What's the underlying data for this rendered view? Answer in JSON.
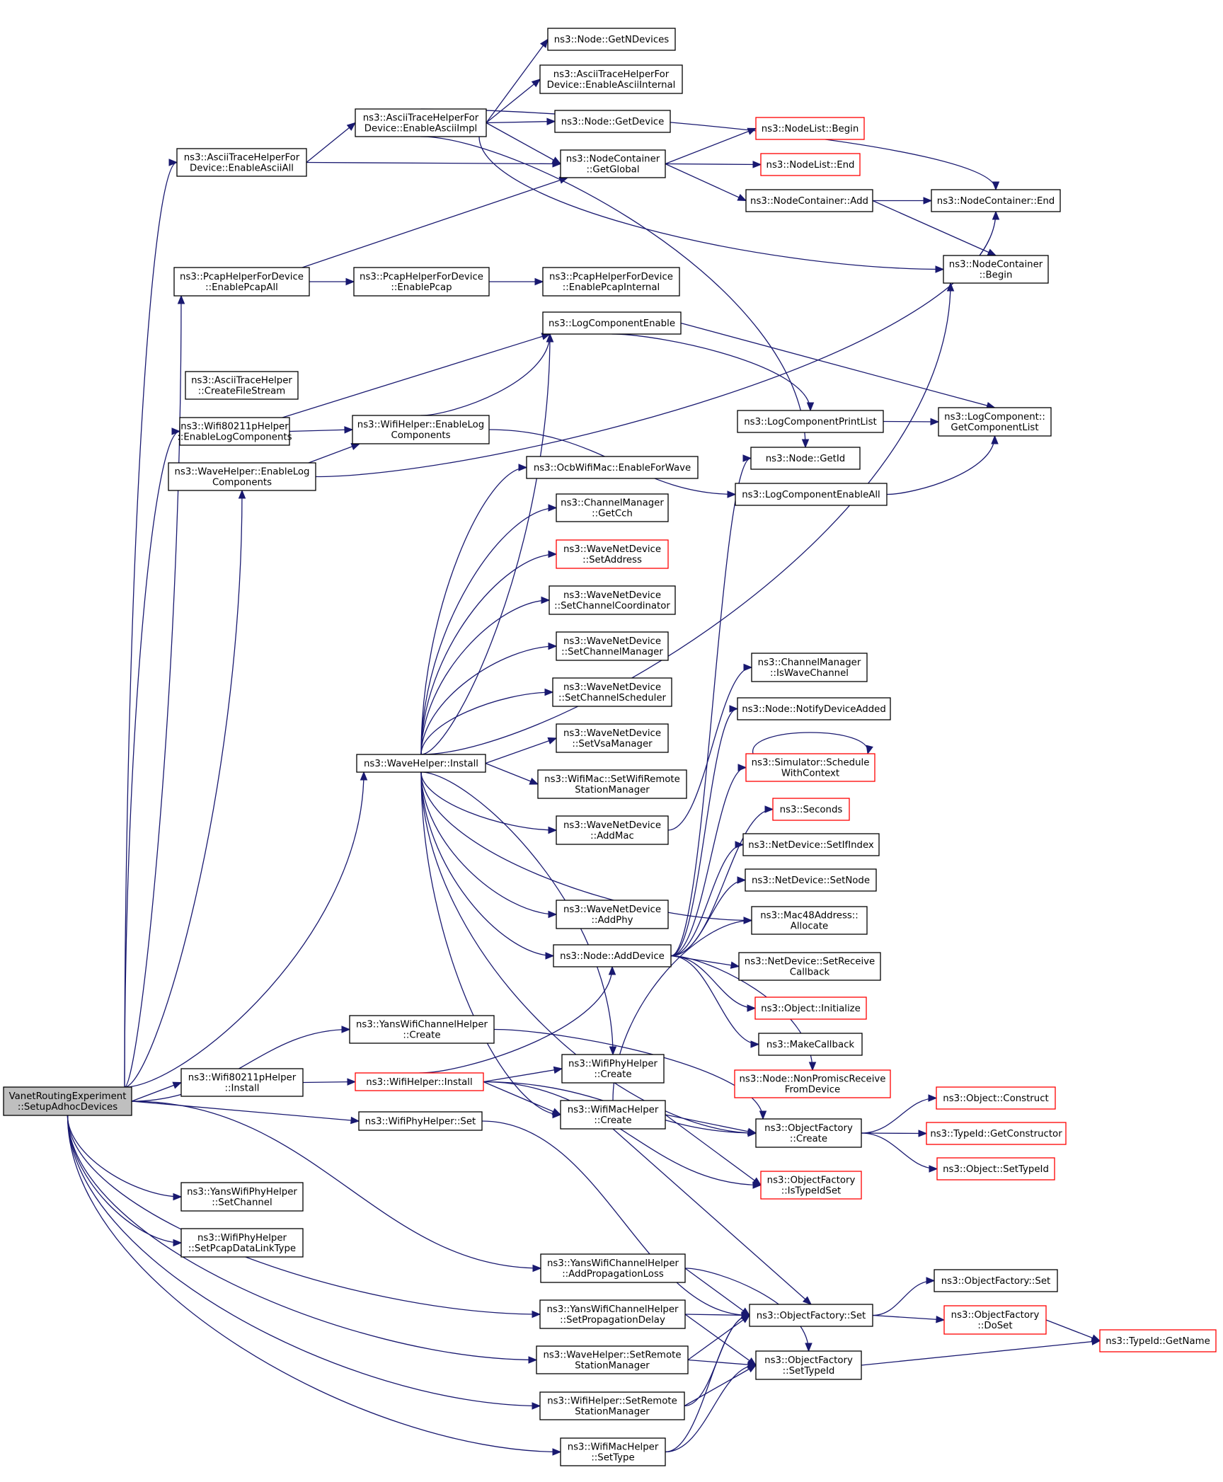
{
  "diagram": {
    "root": [
      "VanetRoutingExperiment",
      "::SetupAdhocDevices"
    ],
    "nodes": {
      "asciiAll": [
        "ns3::AsciiTraceHelperFor",
        "Device::EnableAsciiAll"
      ],
      "asciiImpl": [
        "ns3::AsciiTraceHelperFor",
        "Device::EnableAsciiImpl"
      ],
      "nodeGetNDevices": [
        "ns3::Node::GetNDevices"
      ],
      "asciiInternal": [
        "ns3::AsciiTraceHelperFor",
        "Device::EnableAsciiInternal"
      ],
      "nodeGetDevice": [
        "ns3::Node::GetDevice"
      ],
      "nodeListBegin": [
        "ns3::NodeList::Begin"
      ],
      "nodeContainerGetGlobal": [
        "ns3::NodeContainer",
        "::GetGlobal"
      ],
      "nodeListEnd": [
        "ns3::NodeList::End"
      ],
      "nodeContainerAdd": [
        "ns3::NodeContainer::Add"
      ],
      "nodeContainerEnd": [
        "ns3::NodeContainer::End"
      ],
      "nodeContainerBegin": [
        "ns3::NodeContainer",
        "::Begin"
      ],
      "pcapAll": [
        "ns3::PcapHelperForDevice",
        "::EnablePcapAll"
      ],
      "pcap": [
        "ns3::PcapHelperForDevice",
        "::EnablePcap"
      ],
      "pcapInternal": [
        "ns3::PcapHelperForDevice",
        "::EnablePcapInternal"
      ],
      "logComponentEnable": [
        "ns3::LogComponentEnable"
      ],
      "createFileStream": [
        "ns3::AsciiTraceHelper",
        "::CreateFileStream"
      ],
      "wifi80211pLog": [
        "ns3::Wifi80211pHelper",
        "::EnableLogComponents"
      ],
      "wifiHelperLog": [
        "ns3::WifiHelper::EnableLog",
        "Components"
      ],
      "logComponentPrintList": [
        "ns3::LogComponentPrintList"
      ],
      "getComponentList": [
        "ns3::LogComponent::",
        "GetComponentList"
      ],
      "waveHelperLog": [
        "ns3::WaveHelper::EnableLog",
        "Components"
      ],
      "nodeGetId": [
        "ns3::Node::GetId"
      ],
      "logComponentEnableAll": [
        "ns3::LogComponentEnableAll"
      ],
      "ocbEnableForWave": [
        "ns3::OcbWifiMac::EnableForWave"
      ],
      "channelManagerGetCch": [
        "ns3::ChannelManager",
        "::GetCch"
      ],
      "waveSetAddress": [
        "ns3::WaveNetDevice",
        "::SetAddress"
      ],
      "waveSetChannelCoordinator": [
        "ns3::WaveNetDevice",
        "::SetChannelCoordinator"
      ],
      "waveSetChannelManager": [
        "ns3::WaveNetDevice",
        "::SetChannelManager"
      ],
      "waveSetChannelScheduler": [
        "ns3::WaveNetDevice",
        "::SetChannelScheduler"
      ],
      "waveSetVsaManager": [
        "ns3::WaveNetDevice",
        "::SetVsaManager"
      ],
      "waveHelperInstall": [
        "ns3::WaveHelper::Install"
      ],
      "wifiMacSetRemote": [
        "ns3::WifiMac::SetWifiRemote",
        "StationManager"
      ],
      "waveAddMac": [
        "ns3::WaveNetDevice",
        "::AddMac"
      ],
      "waveAddPhy": [
        "ns3::WaveNetDevice",
        "::AddPhy"
      ],
      "nodeAddDevice": [
        "ns3::Node::AddDevice"
      ],
      "isWaveChannel": [
        "ns3::ChannelManager",
        "::IsWaveChannel"
      ],
      "notifyDeviceAdded": [
        "ns3::Node::NotifyDeviceAdded"
      ],
      "scheduleWithContext": [
        "ns3::Simulator::Schedule",
        "WithContext"
      ],
      "seconds": [
        "ns3::Seconds"
      ],
      "setIfIndex": [
        "ns3::NetDevice::SetIfIndex"
      ],
      "setNode": [
        "ns3::NetDevice::SetNode"
      ],
      "mac48Allocate": [
        "ns3::Mac48Address::",
        "Allocate"
      ],
      "setReceiveCallback": [
        "ns3::NetDevice::SetReceive",
        "Callback"
      ],
      "objectInitialize": [
        "ns3::Object::Initialize"
      ],
      "makeCallback": [
        "ns3::MakeCallback"
      ],
      "nonPromiscReceive": [
        "ns3::Node::NonPromiscReceive",
        "FromDevice"
      ],
      "yansChannelCreate": [
        "ns3::YansWifiChannelHelper",
        "::Create"
      ],
      "wifiPhyHelperCreate": [
        "ns3::WifiPhyHelper",
        "::Create"
      ],
      "wifi80211pInstall": [
        "ns3::Wifi80211pHelper",
        "::Install"
      ],
      "wifiHelperInstall": [
        "ns3::WifiHelper::Install"
      ],
      "wifiMacHelperCreate": [
        "ns3::WifiMacHelper",
        "::Create"
      ],
      "objectFactoryCreate": [
        "ns3::ObjectFactory",
        "::Create"
      ],
      "objectConstruct": [
        "ns3::Object::Construct"
      ],
      "getConstructor": [
        "ns3::TypeId::GetConstructor"
      ],
      "wifiPhyHelperSet": [
        "ns3::WifiPhyHelper::Set"
      ],
      "objectSetTypeId": [
        "ns3::Object::SetTypeId"
      ],
      "isTypeIdSet": [
        "ns3::ObjectFactory",
        "::IsTypeIdSet"
      ],
      "yansPhySetChannel": [
        "ns3::YansWifiPhyHelper",
        "::SetChannel"
      ],
      "setPcapDataLinkType": [
        "ns3::WifiPhyHelper",
        "::SetPcapDataLinkType"
      ],
      "addPropagationLoss": [
        "ns3::YansWifiChannelHelper",
        "::AddPropagationLoss"
      ],
      "objectFactorySetSimple": [
        "ns3::ObjectFactory::Set"
      ],
      "objectFactorySet": [
        "ns3::ObjectFactory::Set"
      ],
      "setPropagationDelay": [
        "ns3::YansWifiChannelHelper",
        "::SetPropagationDelay"
      ],
      "doSet": [
        "ns3::ObjectFactory",
        "::DoSet"
      ],
      "typeIdGetName": [
        "ns3::TypeId::GetName"
      ],
      "waveSetRemote": [
        "ns3::WaveHelper::SetRemote",
        "StationManager"
      ],
      "objectFactorySetTypeId": [
        "ns3::ObjectFactory",
        "::SetTypeId"
      ],
      "wifiHelperSetRemote": [
        "ns3::WifiHelper::SetRemote",
        "StationManager"
      ],
      "wifiMacHelperSetType": [
        "ns3::WifiMacHelper",
        "::SetType"
      ]
    }
  }
}
